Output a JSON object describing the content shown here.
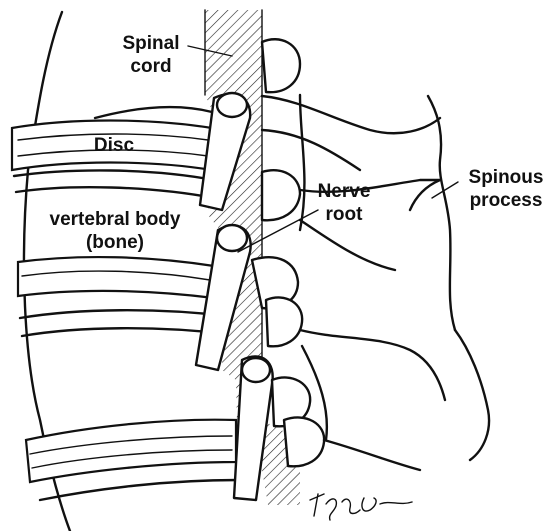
{
  "labels": {
    "spinal_cord": [
      "Spinal",
      "cord"
    ],
    "disc": "Disc",
    "vertebral_body": [
      "vertebral body",
      "(bone)"
    ],
    "nerve_root": [
      "Nerve",
      "root"
    ],
    "spinous_process": [
      "Spinous",
      "process"
    ]
  },
  "colors": {
    "ink": "#111111",
    "background": "#ffffff"
  }
}
